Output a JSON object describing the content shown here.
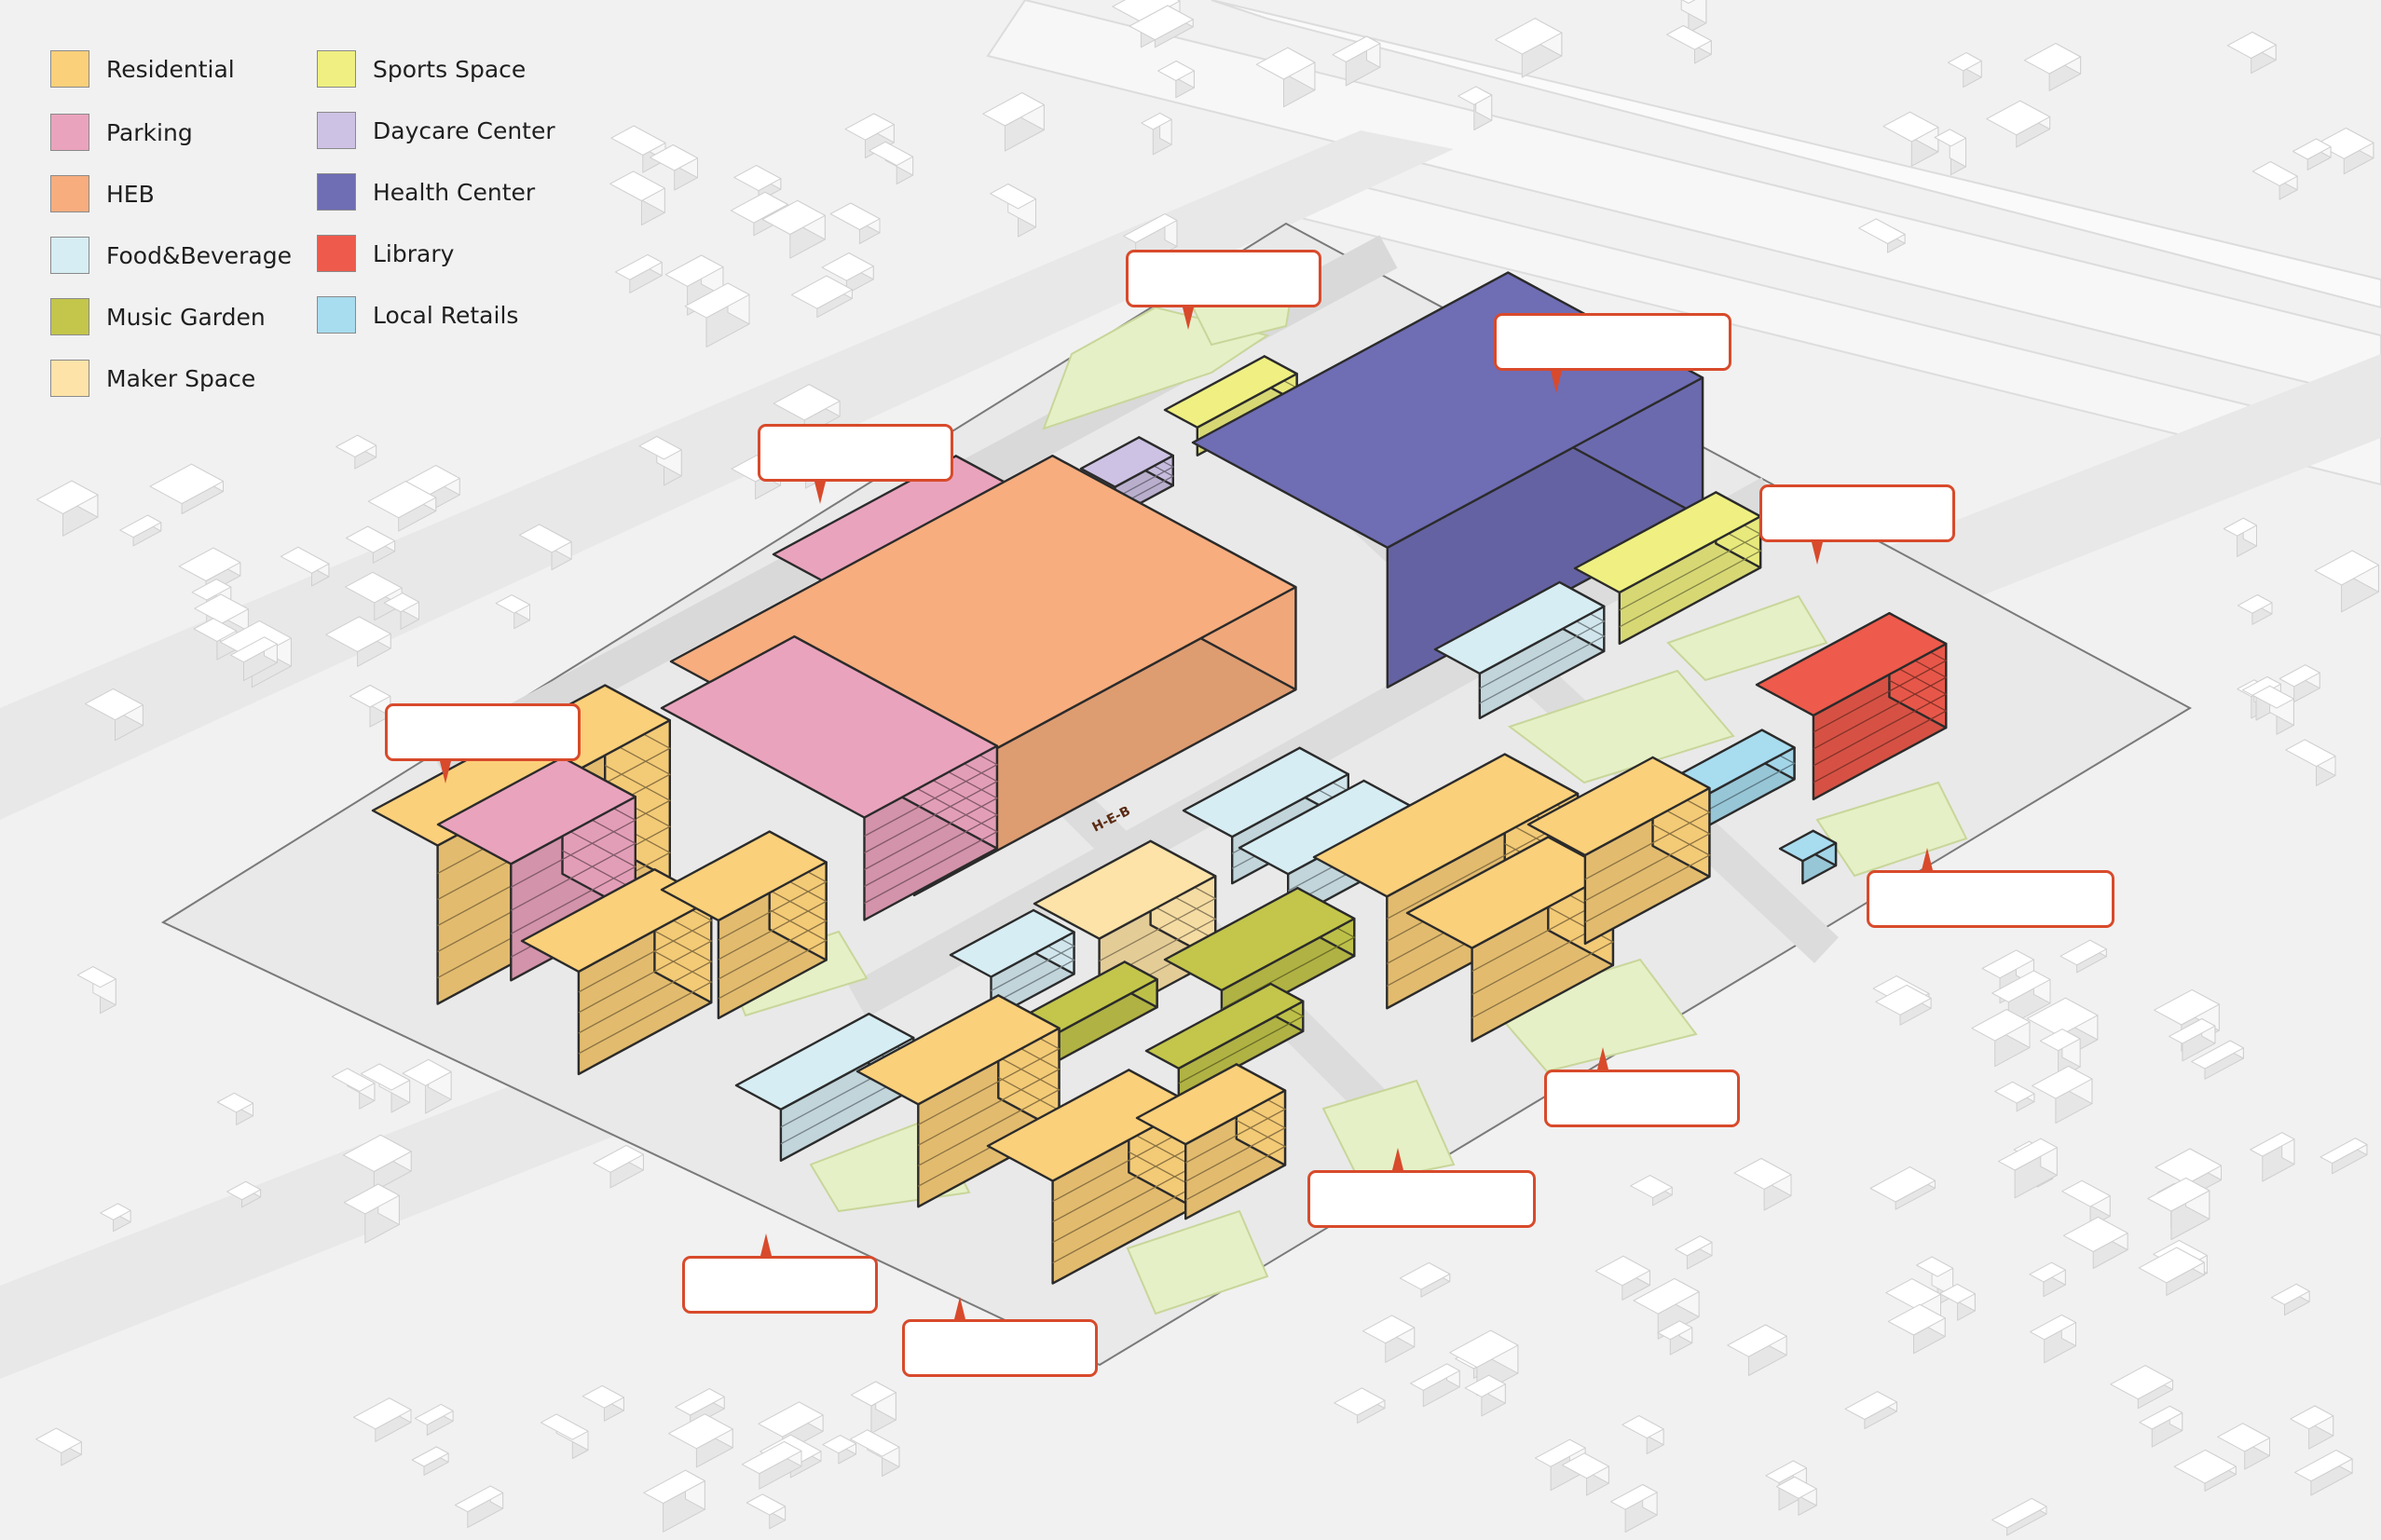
{
  "legend": {
    "items": [
      {
        "label": "Residential",
        "color": "#fbd07a"
      },
      {
        "label": "Parking",
        "color": "#eaa3bd"
      },
      {
        "label": "HEB",
        "color": "#f7ad7e"
      },
      {
        "label": "Food&Beverage",
        "color": "#d6edf3"
      },
      {
        "label": "Music Garden",
        "color": "#c3c64a"
      },
      {
        "label": "Maker Space",
        "color": "#fde3a8"
      },
      {
        "label": "Sports Space",
        "color": "#eff081"
      },
      {
        "label": "Daycare Center",
        "color": "#cdc2e4"
      },
      {
        "label": "Health Center",
        "color": "#6f6db4"
      },
      {
        "label": "Library",
        "color": "#ee5a4b"
      },
      {
        "label": "Local Retails",
        "color": "#a8dcef"
      }
    ]
  },
  "store_sign": "H-E-B",
  "callouts": [
    {
      "text": ""
    },
    {
      "text": ""
    },
    {
      "text": ""
    },
    {
      "text": ""
    },
    {
      "text": ""
    },
    {
      "text": ""
    },
    {
      "text": ""
    },
    {
      "text": ""
    },
    {
      "text": ""
    },
    {
      "text": ""
    }
  ],
  "colors": {
    "background": "#f1f1f1",
    "context_building": "#ffffff",
    "road": "#e6e6e6",
    "greenspace": "#e6f0c6",
    "callout_border": "#d84a2b",
    "outline": "#2a2a2a"
  }
}
